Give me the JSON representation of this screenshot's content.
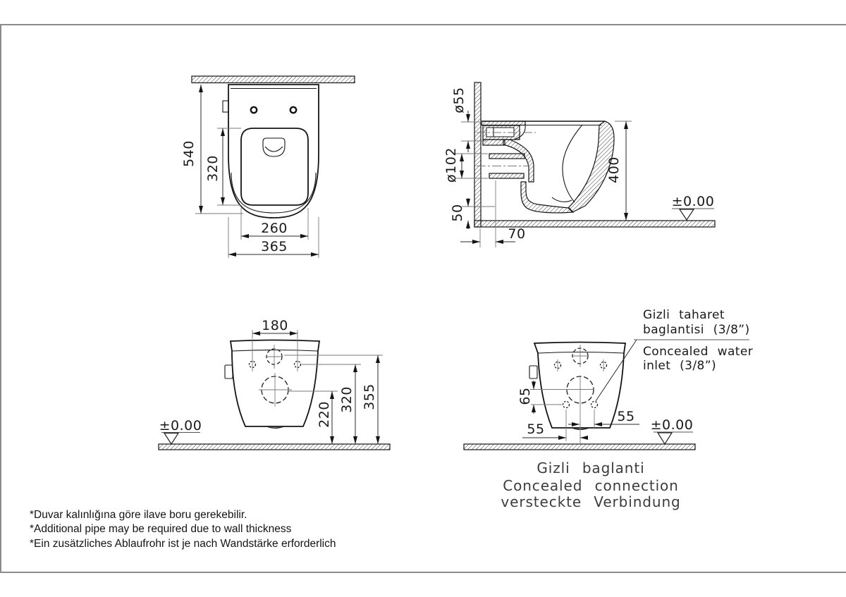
{
  "drawing": {
    "views": {
      "top": {
        "dims": {
          "depth": "540",
          "bowl_depth": "320",
          "bowl_width": "260",
          "width": "365"
        }
      },
      "side": {
        "dims": {
          "inlet_dia": "ø55",
          "outlet_dia": "ø102",
          "gap_below": "50",
          "wall_offset": "70",
          "height": "400",
          "datum": "±0.00"
        }
      },
      "front": {
        "dims": {
          "bolt_spacing": "180",
          "outlet_h": "220",
          "bolt_h": "320",
          "inlet_h": "355",
          "datum": "±0.00"
        }
      },
      "concealed": {
        "dims": {
          "bolt_drop": "65",
          "left_55": "55",
          "right_55": "55",
          "datum": "±0.00"
        },
        "callout": {
          "tr1": "Gizli taharet",
          "tr2": "baglantisi (3/8”)",
          "en1": "Concealed water",
          "en2": "inlet (3/8”)"
        },
        "caption": {
          "tr": "Gizli baglanti",
          "en": "Concealed connection",
          "de": "versteckte Verbindung"
        }
      }
    },
    "footnotes": [
      "*Duvar kalınlığına göre ilave boru gerekebilir.",
      "*Additional pipe may be required due to wall thickness",
      "*Ein zusätzliches Ablaufrohr ist je nach Wandstärke erforderlich"
    ]
  }
}
